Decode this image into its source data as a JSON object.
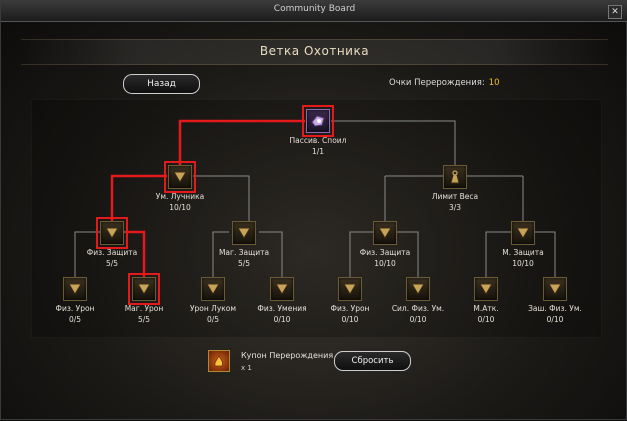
{
  "window": {
    "title": "Community Board"
  },
  "header": {
    "title": "Ветка Охотника",
    "back_label": "Назад"
  },
  "points": {
    "label": "Очки Перерождения:",
    "value": "10"
  },
  "colors": {
    "selection": "#e3191c",
    "points_value": "#f0c419"
  },
  "tree": {
    "nodes": [
      {
        "label": "Пассив. Споил",
        "level": "1/1",
        "icon": "spoil-icon"
      },
      {
        "label": "Ум. Лучника",
        "level": "10/10",
        "icon": "skill-icon"
      },
      {
        "label": "Лимит Веса",
        "level": "3/3",
        "icon": "weight-icon"
      },
      {
        "label": "Физ. Защита",
        "level": "5/5",
        "icon": "skill-icon"
      },
      {
        "label": "Маг. Защита",
        "level": "5/5",
        "icon": "skill-icon"
      },
      {
        "label": "Физ. Защита",
        "level": "10/10",
        "icon": "skill-icon"
      },
      {
        "label": "М. Защита",
        "level": "10/10",
        "icon": "skill-icon"
      },
      {
        "label": "Физ. Урон",
        "level": "0/5",
        "icon": "skill-icon"
      },
      {
        "label": "Маг. Урон",
        "level": "5/5",
        "icon": "skill-icon"
      },
      {
        "label": "Урон Луком",
        "level": "0/5",
        "icon": "skill-icon"
      },
      {
        "label": "Физ. Умения",
        "level": "0/10",
        "icon": "skill-icon"
      },
      {
        "label": "Физ. Урон",
        "level": "0/10",
        "icon": "skill-icon"
      },
      {
        "label": "Сил. Физ. Ум.",
        "level": "0/10",
        "icon": "skill-icon"
      },
      {
        "label": "М.Атк.",
        "level": "0/10",
        "icon": "skill-icon"
      },
      {
        "label": "Заш. Физ. Ум.",
        "level": "0/10",
        "icon": "skill-icon"
      }
    ]
  },
  "coupon": {
    "name": "Купон Перерождения",
    "count": "x 1",
    "icon": "coupon-icon"
  },
  "reset_label": "Сбросить"
}
